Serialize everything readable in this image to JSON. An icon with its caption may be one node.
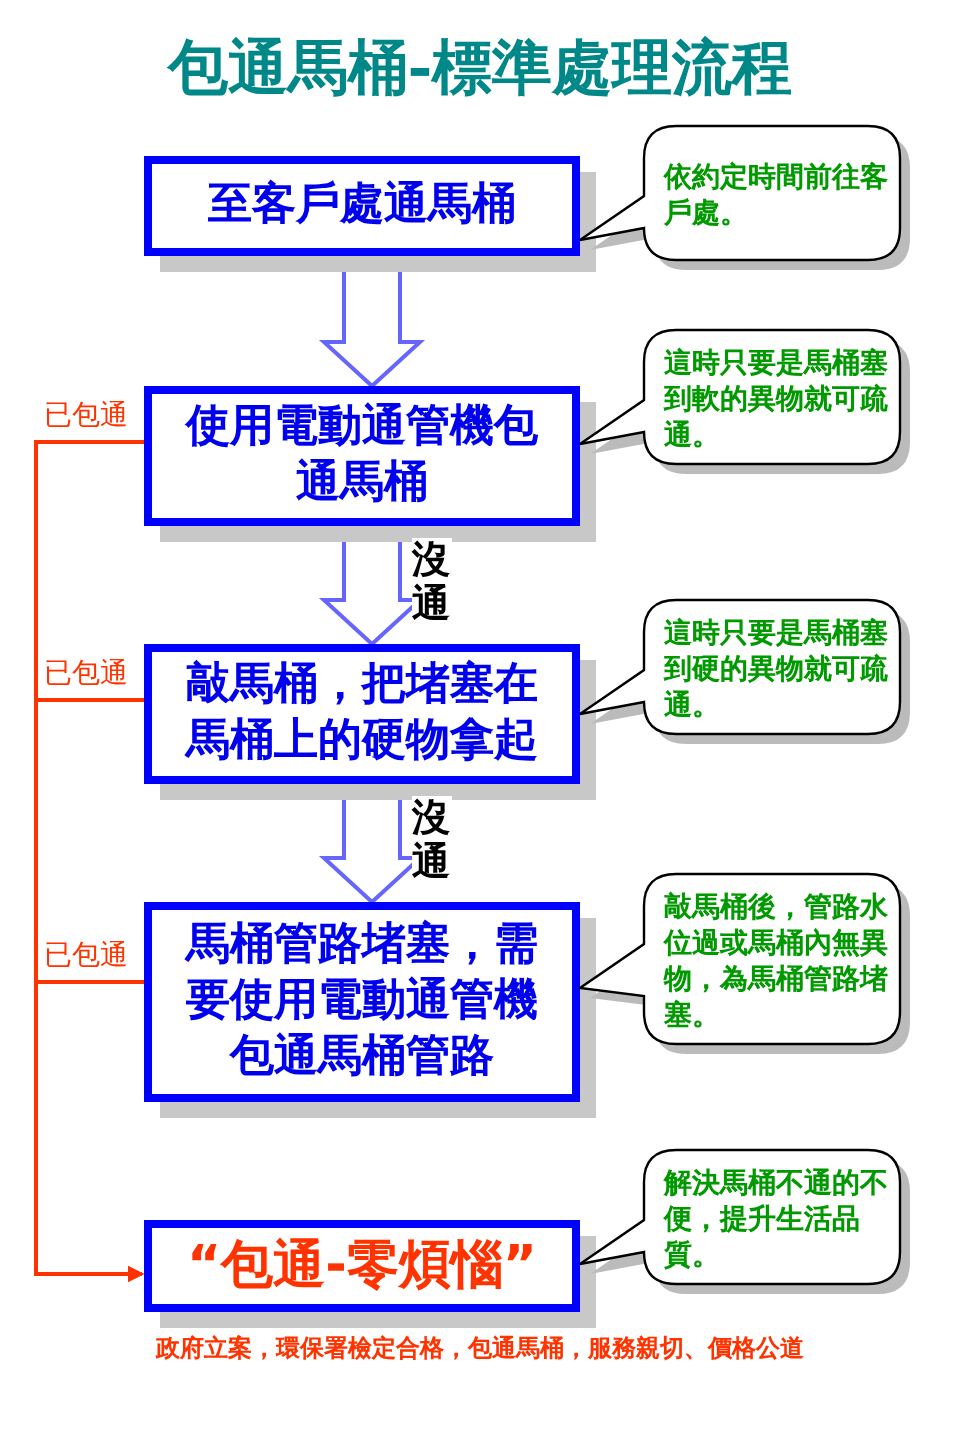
{
  "diagram": {
    "title": "包通馬桶-標準處理流程",
    "nodes": [
      {
        "text": [
          "至客戶處通馬桶"
        ]
      },
      {
        "text": [
          "使用電動通管機包通馬桶"
        ]
      },
      {
        "text": [
          "敲馬桶，把堵塞在馬桶上的硬物拿起"
        ]
      },
      {
        "text": [
          "馬桶管路堵塞，需要使用電動通管機包通馬桶管路"
        ]
      },
      {
        "text": [
          "“包通-零煩惱”"
        ]
      },
      {
        "text": [
          "依約定時間前往客戶處。"
        ]
      },
      {
        "text": [
          "這時只要是馬桶塞到軟的異物就可疏通。"
        ]
      },
      {
        "text": [
          "這時只要是馬桶塞到硬的異物就可疏通。"
        ]
      },
      {
        "text": [
          "敲馬桶後，管路水位過或馬桶內無異物，為馬桶管路堵塞。"
        ]
      },
      {
        "text": [
          "解決馬桶不通的不便，提升生活品質。"
        ]
      }
    ],
    "edges": [
      {
        "from": 0,
        "to": 1,
        "arrow": "to",
        "style": "thick"
      },
      {
        "from": 1,
        "to": 2,
        "arrow": "to",
        "label": "沒通",
        "style": "thick"
      },
      {
        "from": 2,
        "to": 3,
        "arrow": "to",
        "label": "沒通",
        "style": "thick"
      },
      {
        "from": 1,
        "to": 4,
        "arrow": "to",
        "label": "已包通",
        "color": "#ff3300"
      },
      {
        "from": 2,
        "to": 4,
        "arrow": "to",
        "label": "已包通",
        "color": "#ff3300"
      },
      {
        "from": 3,
        "to": 4,
        "arrow": "to",
        "label": "已包通",
        "color": "#ff3300"
      }
    ],
    "labels": [
      "政府立案，環保署檢定合格，包通馬桶，服務親切、價格公道"
    ]
  }
}
